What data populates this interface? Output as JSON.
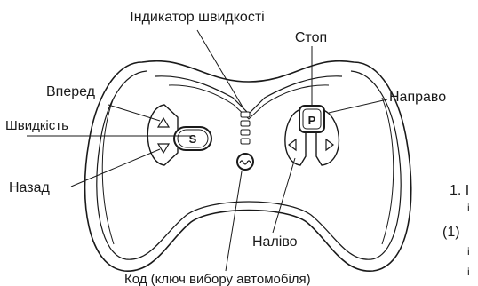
{
  "labels": {
    "speed_indicator": "Індикатор швидкості",
    "stop": "Стоп",
    "forward": "Вперед",
    "right": "Направо",
    "speed": "Швидкість",
    "backward": "Назад",
    "left": "Наліво",
    "code": "Код (ключ вибору автомобіля)"
  },
  "buttons": {
    "speed": "S",
    "stop": "P"
  },
  "side_text": {
    "line1": "1. I",
    "line1b": "і",
    "line2": "(1)",
    "line2b": "і",
    "line2c": "і"
  },
  "icons": {
    "forward": "triangle-up-icon",
    "backward": "triangle-down-icon",
    "left": "triangle-left-icon",
    "right": "triangle-right-icon",
    "code": "wave-icon",
    "indicator": "speed-led-icon"
  }
}
